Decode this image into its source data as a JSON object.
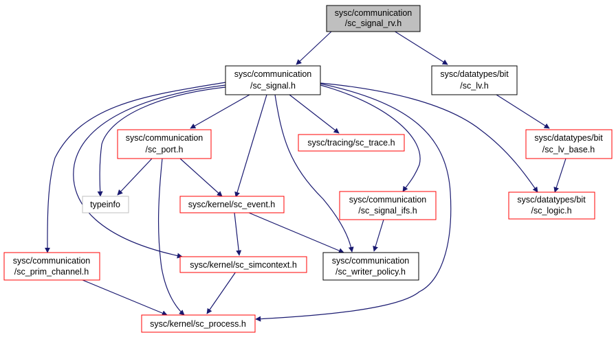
{
  "colors": {
    "edge": "#191970",
    "root_fill": "#bfbfbf",
    "black_border": "#000000",
    "red_border": "#ff0000",
    "gray_border": "#bfbfbf"
  },
  "nodes": {
    "root": {
      "line1": "sysc/communication",
      "line2": "/sc_signal_rv.h"
    },
    "sc_signal": {
      "line1": "sysc/communication",
      "line2": "/sc_signal.h"
    },
    "sc_lv": {
      "line1": "sysc/datatypes/bit",
      "line2": "/sc_lv.h"
    },
    "sc_port": {
      "line1": "sysc/communication",
      "line2": "/sc_port.h"
    },
    "sc_trace": {
      "line1": "sysc/tracing/sc_trace.h"
    },
    "sc_lv_base": {
      "line1": "sysc/datatypes/bit",
      "line2": "/sc_lv_base.h"
    },
    "typeinfo": {
      "line1": "typeinfo"
    },
    "sc_event": {
      "line1": "sysc/kernel/sc_event.h"
    },
    "sc_signal_ifs": {
      "line1": "sysc/communication",
      "line2": "/sc_signal_ifs.h"
    },
    "sc_logic": {
      "line1": "sysc/datatypes/bit",
      "line2": "/sc_logic.h"
    },
    "sc_prim_channel": {
      "line1": "sysc/communication",
      "line2": "/sc_prim_channel.h"
    },
    "sc_simcontext": {
      "line1": "sysc/kernel/sc_simcontext.h"
    },
    "sc_writer_policy": {
      "line1": "sysc/communication",
      "line2": "/sc_writer_policy.h"
    },
    "sc_process": {
      "line1": "sysc/kernel/sc_process.h"
    }
  }
}
